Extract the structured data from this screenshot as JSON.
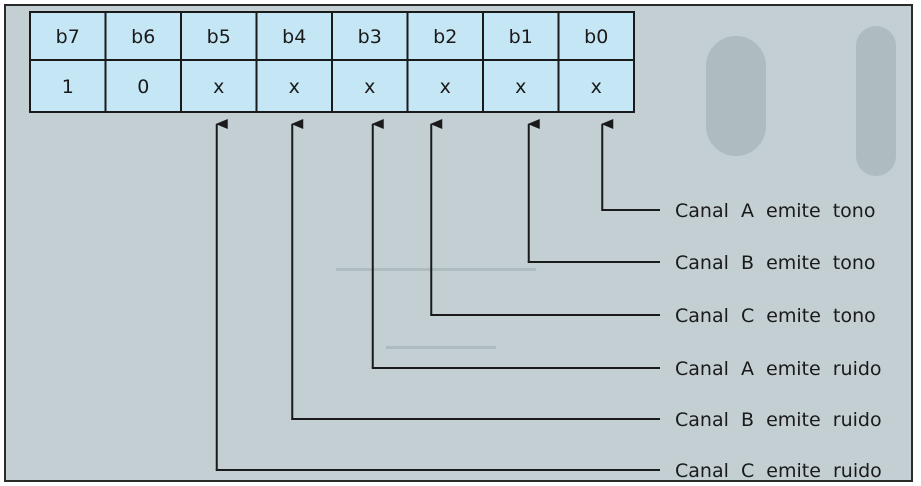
{
  "register": {
    "headers": [
      "b7",
      "b6",
      "b5",
      "b4",
      "b3",
      "b2",
      "b1",
      "b0"
    ],
    "values": [
      "1",
      "0",
      "x",
      "x",
      "x",
      "x",
      "x",
      "x"
    ]
  },
  "labels": [
    "Canal  A  emite  tono",
    "Canal  B  emite  tono",
    "Canal  C  emite  tono",
    "Canal  A  emite  ruido",
    "Canal  B  emite  ruido",
    "Canal  C  emite  ruido"
  ],
  "colors": {
    "cell_fill": "#c5e7f5",
    "background": "#c3cfd3",
    "ink": "#1a1a1a"
  }
}
